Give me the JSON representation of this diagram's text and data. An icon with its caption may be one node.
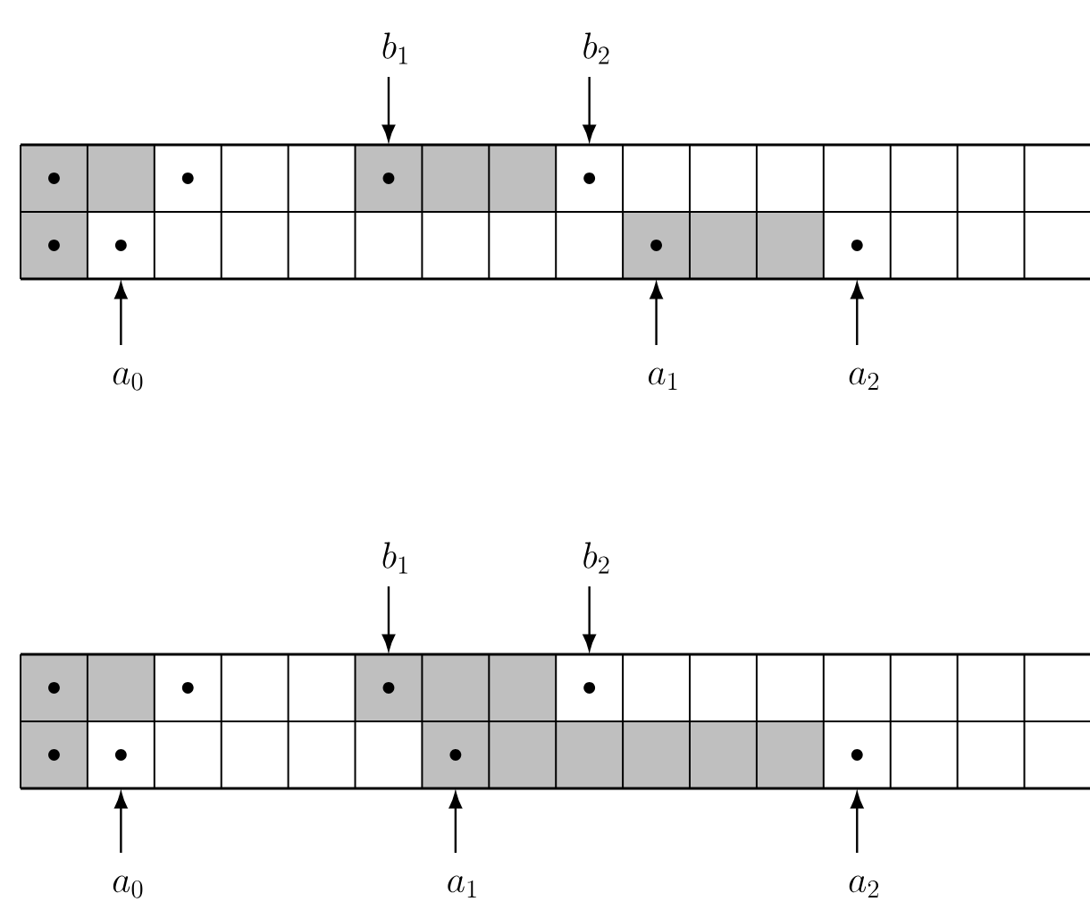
{
  "diagram": {
    "nodes": [
      {
        "text": [
          "b_1"
        ]
      },
      {
        "text": [
          "b_2"
        ]
      },
      {
        "text": [],
        "shape": "box"
      },
      {
        "text": [
          "a_0"
        ]
      },
      {
        "text": [
          "a_1"
        ]
      },
      {
        "text": [
          "a_2"
        ]
      },
      {
        "text": [
          "b_1"
        ]
      },
      {
        "text": [
          "b_2"
        ]
      },
      {
        "text": [],
        "shape": "box"
      },
      {
        "text": [
          "a_0"
        ]
      },
      {
        "text": [
          "a_1"
        ]
      },
      {
        "text": [
          "a_2"
        ]
      }
    ],
    "edges": [
      {
        "from": 0,
        "to": 2,
        "arrow": "to"
      },
      {
        "from": 1,
        "to": 2,
        "arrow": "to"
      },
      {
        "from": 3,
        "to": 2,
        "arrow": "to"
      },
      {
        "from": 4,
        "to": 2,
        "arrow": "to"
      },
      {
        "from": 5,
        "to": 2,
        "arrow": "to"
      },
      {
        "from": 6,
        "to": 8,
        "arrow": "to"
      },
      {
        "from": 7,
        "to": 8,
        "arrow": "to"
      },
      {
        "from": 9,
        "to": 8,
        "arrow": "to"
      },
      {
        "from": 10,
        "to": 8,
        "arrow": "to"
      },
      {
        "from": 11,
        "to": 8,
        "arrow": "to"
      }
    ]
  }
}
